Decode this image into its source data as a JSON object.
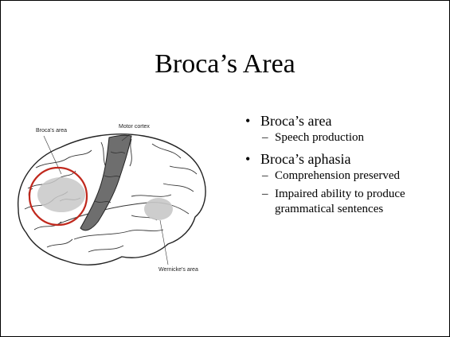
{
  "slide": {
    "title": "Broca’s Area",
    "figure": {
      "label_broca": "Broca's area",
      "label_motor": "Motor cortex",
      "label_wernicke": "Wernicke's area",
      "highlight_color": "#c0281d"
    },
    "bullets": [
      {
        "text": "Broca’s area",
        "subs": [
          "Speech production"
        ]
      },
      {
        "text": "Broca’s aphasia",
        "subs": [
          "Comprehension preserved",
          "Impaired ability to produce grammatical sentences"
        ]
      }
    ],
    "bullet_glyph": "•",
    "dash_glyph": "–"
  }
}
